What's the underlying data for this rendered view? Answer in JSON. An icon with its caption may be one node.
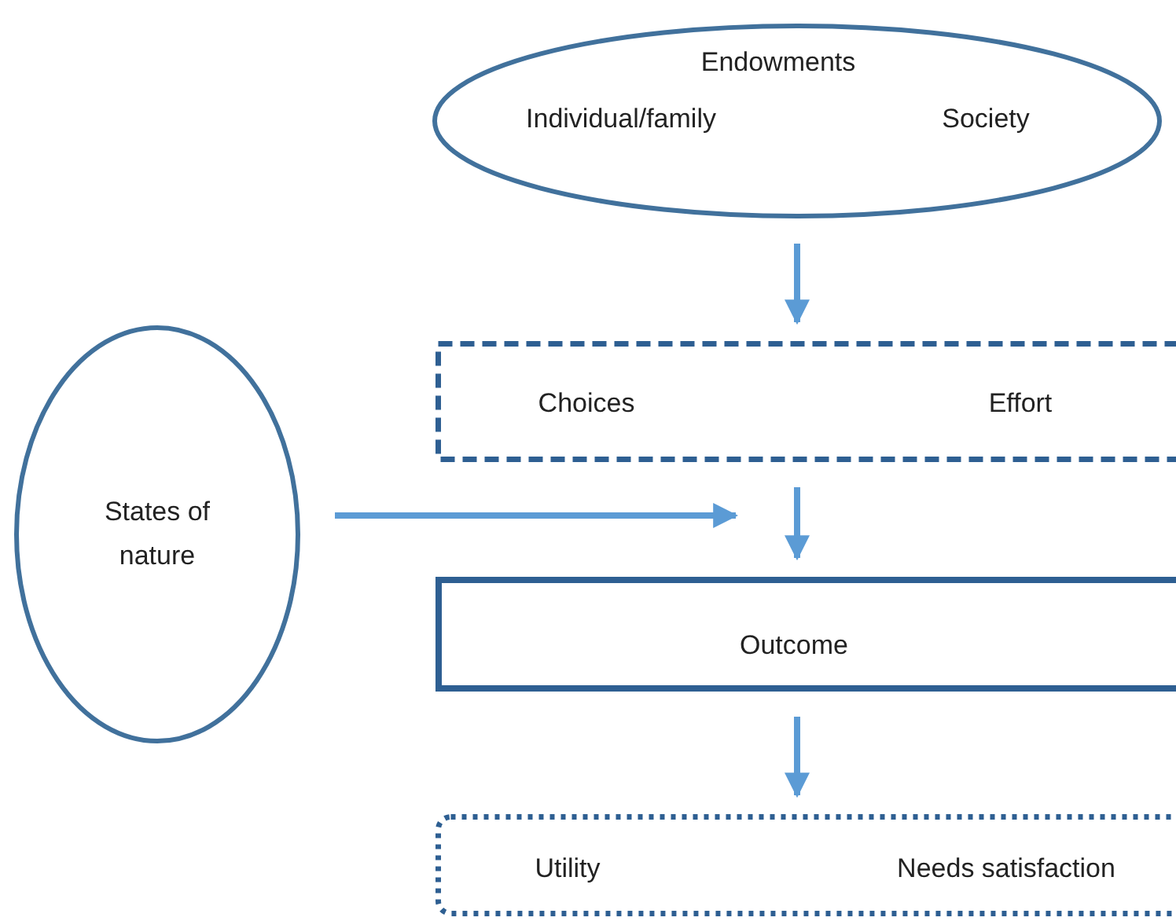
{
  "diagram": {
    "nodes": [
      {
        "text": [
          "Endowments",
          "Individual/family",
          "Society"
        ]
      },
      {
        "text": [
          "Choices",
          "Effort"
        ]
      },
      {
        "text": [
          "States of nature"
        ]
      },
      {
        "text": [
          "Outcome"
        ]
      },
      {
        "text": [
          "Utility",
          "Needs satisfaction"
        ]
      }
    ],
    "edges": [
      {
        "from": 0,
        "to": 1,
        "arrow": "to"
      },
      {
        "from": 1,
        "to": 3,
        "arrow": "to"
      },
      {
        "from": 2,
        "to": null,
        "arrow": "to"
      },
      {
        "from": 3,
        "to": 4,
        "arrow": "to"
      }
    ]
  }
}
